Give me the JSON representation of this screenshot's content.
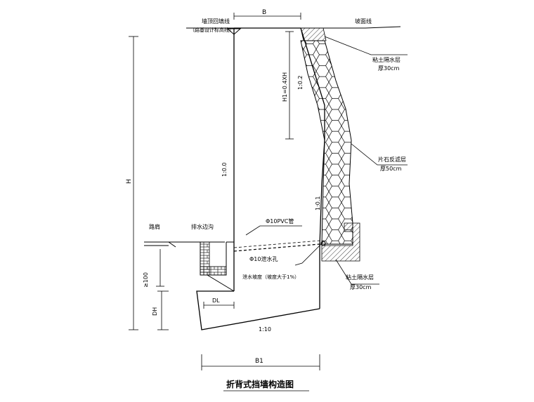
{
  "labels": {
    "backfill_top": "墙顶回填线",
    "backfill_top_note": "（路基设计标高线）",
    "slope_line": "坡面线",
    "clay_top": "粘土隔水层",
    "clay_top_thk": "厚30cm",
    "gravel_filter": "片石反滤层",
    "gravel_filter_thk": "厚50cm",
    "road_shoulder": "路肩",
    "side_ditch": "排水边沟",
    "pvc_pipe": "Φ10PVC管",
    "drain_hole": "Φ10泄水孔",
    "drain_slope": "泄水坡度（坡度大于1%）",
    "clay_bottom": "粘土隔水层",
    "clay_bottom_thk": "厚30cm",
    "title": "折背式挡墙构造图"
  },
  "dimensions": {
    "top_width": "B",
    "base_width": "B1",
    "height": "H",
    "upper_height": "H1=0.4XH",
    "embed_depth": "≥100",
    "toe_height": "DH",
    "toe_width": "DL",
    "front_slope": "1:0.0",
    "upper_back_slope": "1:0.2",
    "lower_back_slope": "1:0.1",
    "base_slope": "1:10"
  }
}
